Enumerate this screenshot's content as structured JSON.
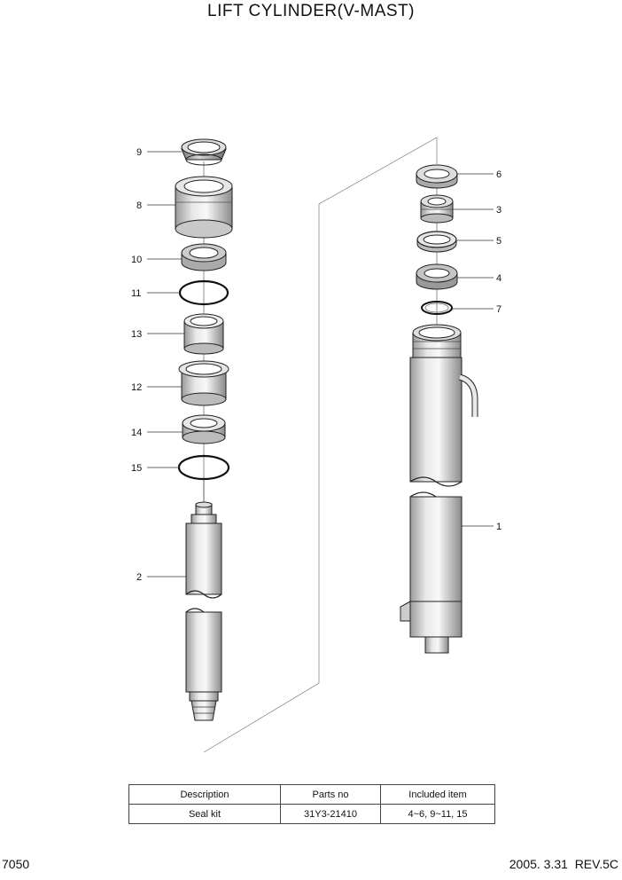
{
  "title": "LIFT CYLINDER(V-MAST)",
  "callouts": {
    "c1": "1",
    "c2": "2",
    "c3": "3",
    "c4": "4",
    "c5": "5",
    "c6": "6",
    "c7": "7",
    "c8": "8",
    "c9": "9",
    "c10": "10",
    "c11": "11",
    "c12": "12",
    "c13": "13",
    "c14": "14",
    "c15": "15"
  },
  "kit_table": {
    "headers": {
      "description": "Description",
      "parts_no": "Parts no",
      "included": "Included item"
    },
    "row": {
      "description": "Seal kit",
      "parts_no": "31Y3-21410",
      "included": "4~6, 9~11, 15"
    }
  },
  "footer": {
    "page": "7050",
    "revision": "2005. 3.31  REV.5C"
  }
}
